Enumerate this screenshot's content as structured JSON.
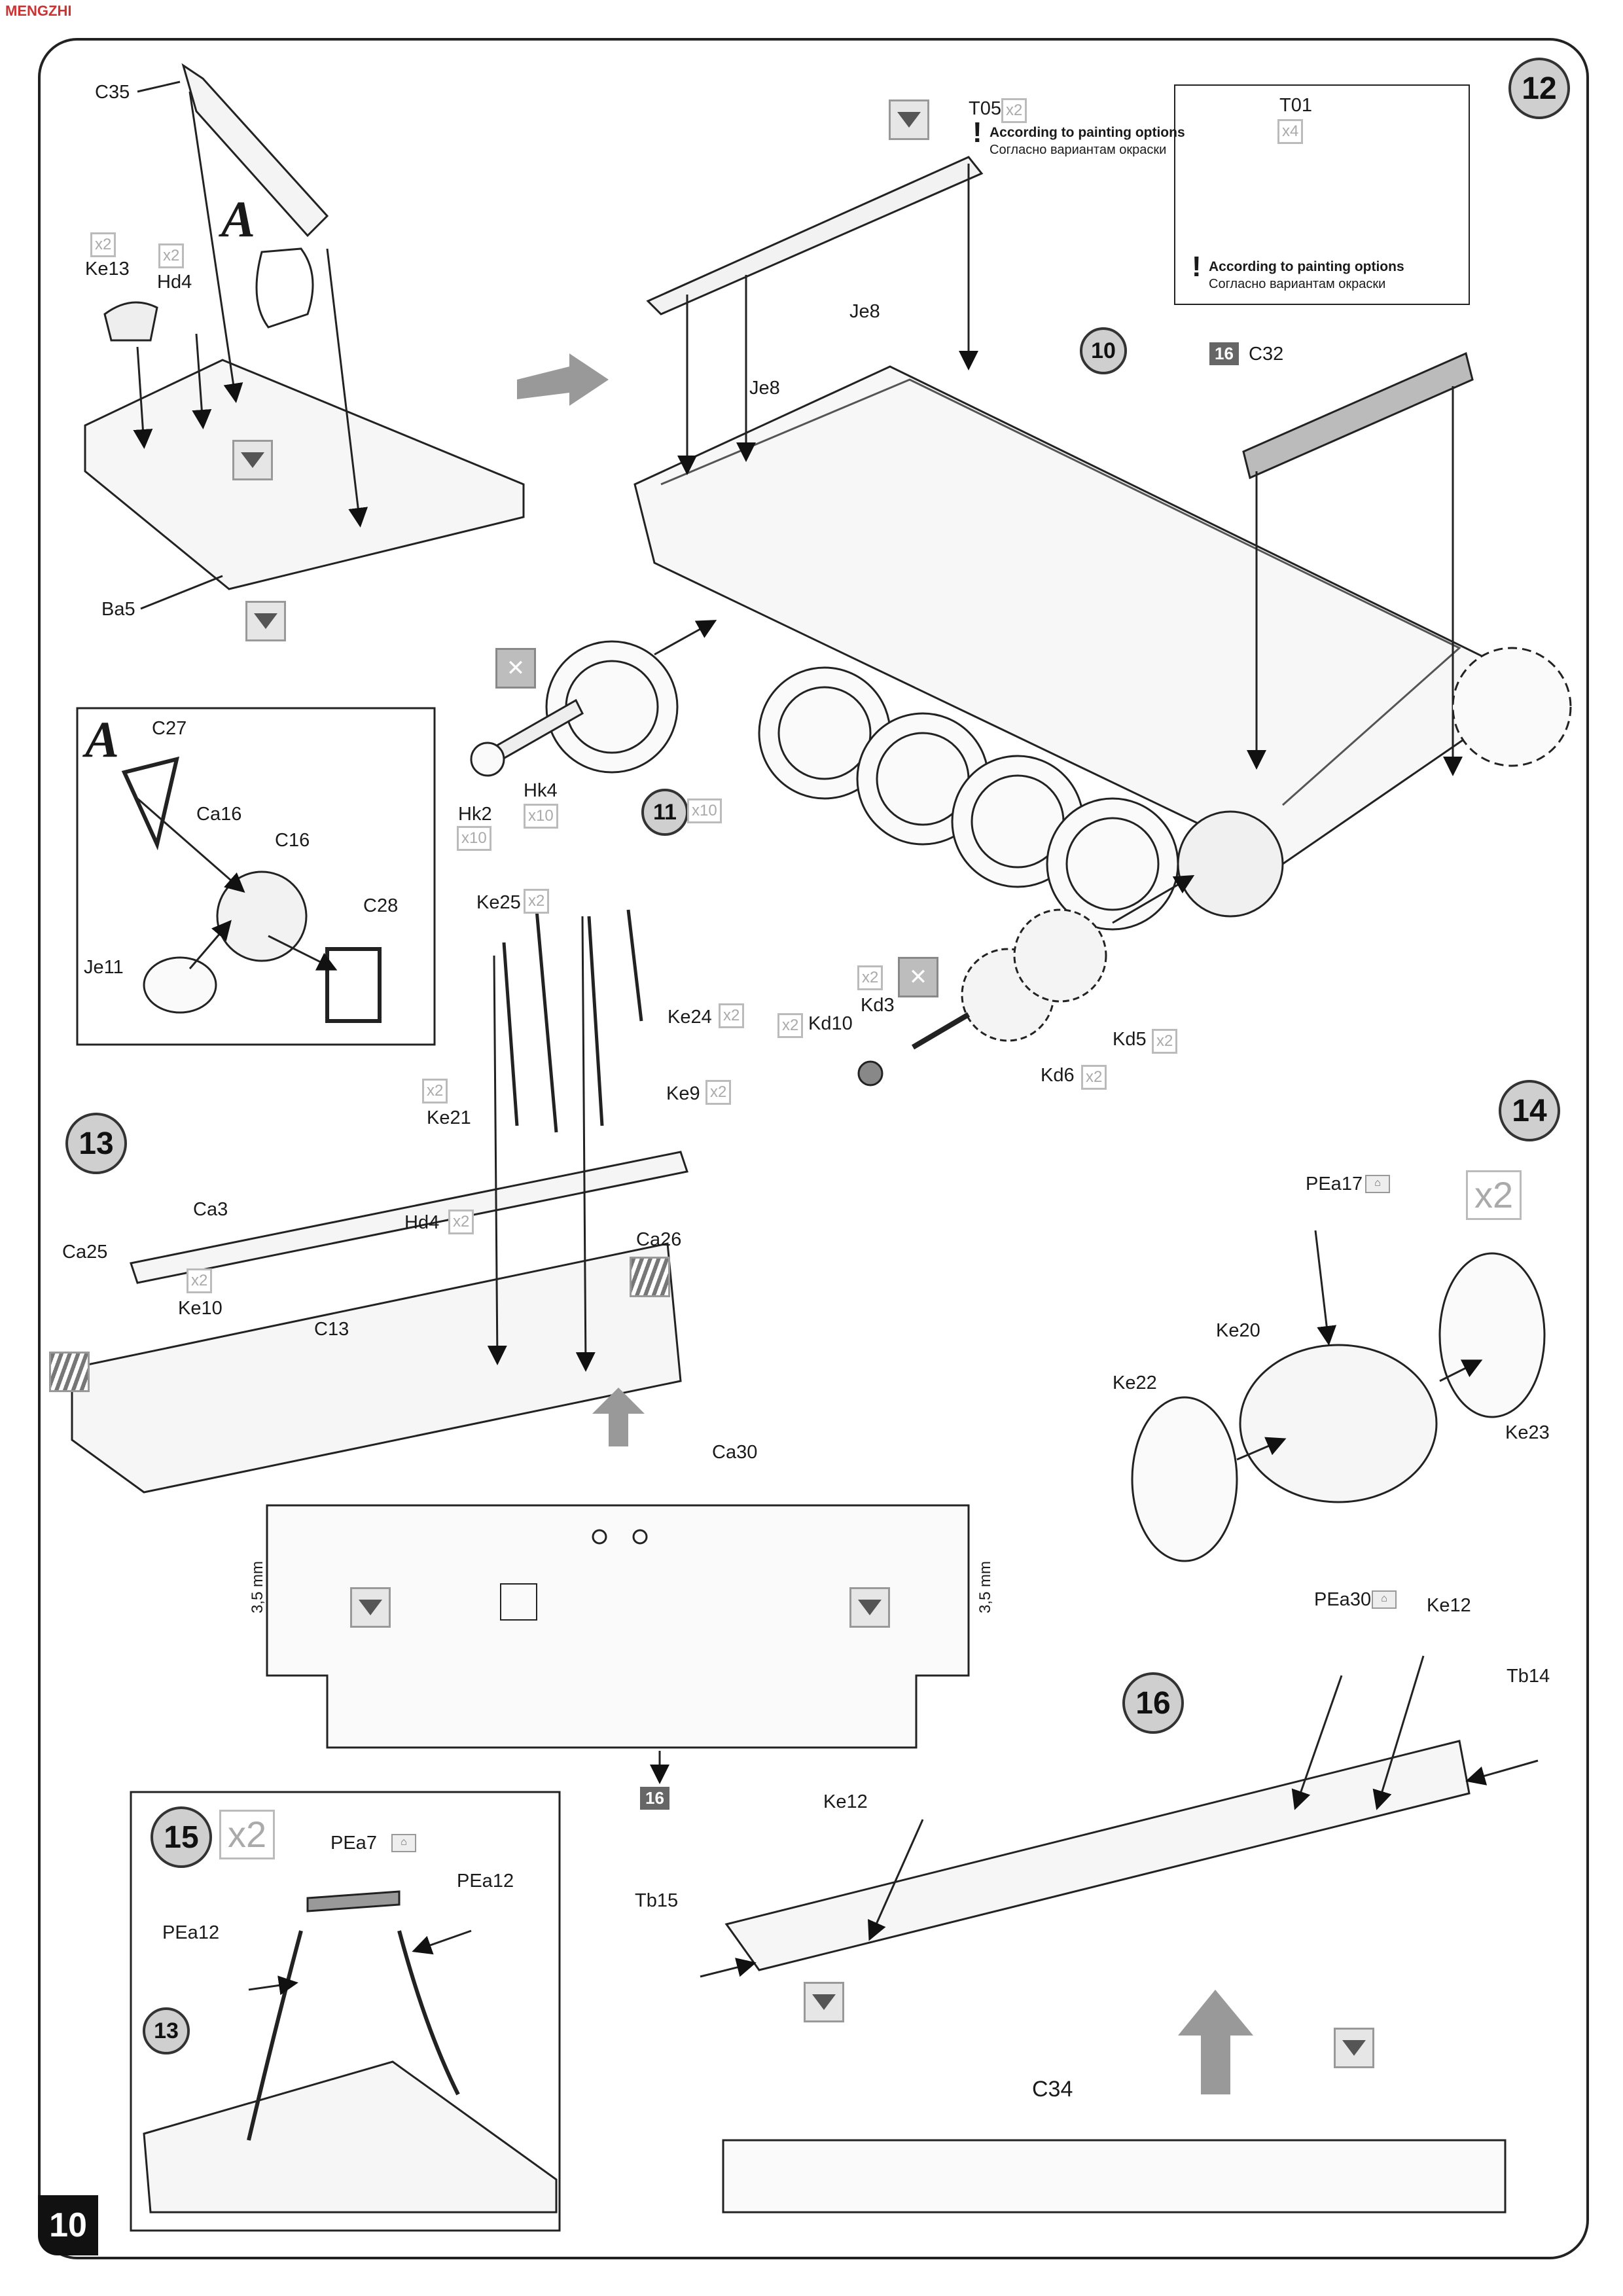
{
  "page": {
    "number": "10",
    "watermark": "MENGZHI"
  },
  "steps": {
    "s12": "12",
    "s13": "13",
    "s14": "14",
    "s15": "15",
    "s16": "16",
    "s10ref": "10",
    "s11ref": "11",
    "s13ref": "13"
  },
  "detail_a": {
    "letter": "A",
    "letter2": "A"
  },
  "labels": {
    "C35": "C35",
    "Ke13": "Ke13",
    "Hd4": "Hd4",
    "Ba5": "Ba5",
    "C27": "C27",
    "Ca16": "Ca16",
    "C16": "C16",
    "C28": "C28",
    "Je11": "Je11",
    "T05": "T05",
    "T01": "T01",
    "Je8a": "Je8",
    "Je8b": "Je8",
    "C32": "C32",
    "Hk2": "Hk2",
    "Hk4": "Hk4",
    "Kd3": "Kd3",
    "Kd10": "Kd10",
    "Kd5": "Kd5",
    "Kd6": "Kd6",
    "Ke25": "Ke25",
    "Ke24": "Ke24",
    "Ke21": "Ke21",
    "Ke9": "Ke9",
    "Ca3": "Ca3",
    "Ca25": "Ca25",
    "Ke10": "Ke10",
    "Hd4b": "Hd4",
    "Ca26": "Ca26",
    "C13": "C13",
    "Ca30": "Ca30",
    "PEa17": "PEa17",
    "Ke20": "Ke20",
    "Ke22": "Ke22",
    "Ke23": "Ke23",
    "PEa30": "PEa30",
    "Ke12a": "Ke12",
    "Ke12b": "Ke12",
    "Tb14": "Tb14",
    "Tb15": "Tb15",
    "C34": "C34",
    "PEa7": "PEa7",
    "PEa12a": "PEa12",
    "PEa12b": "PEa12",
    "dim_left": "3,5 mm",
    "dim_right": "3,5 mm"
  },
  "quantities": {
    "x2": "x2",
    "x4": "x4",
    "x10": "x10"
  },
  "refs": {
    "r16a": "16",
    "r16b": "16"
  },
  "notes": {
    "paint_en": "According to painting options",
    "paint_ru": "Согласно вариантам окраски",
    "bang": "!"
  }
}
